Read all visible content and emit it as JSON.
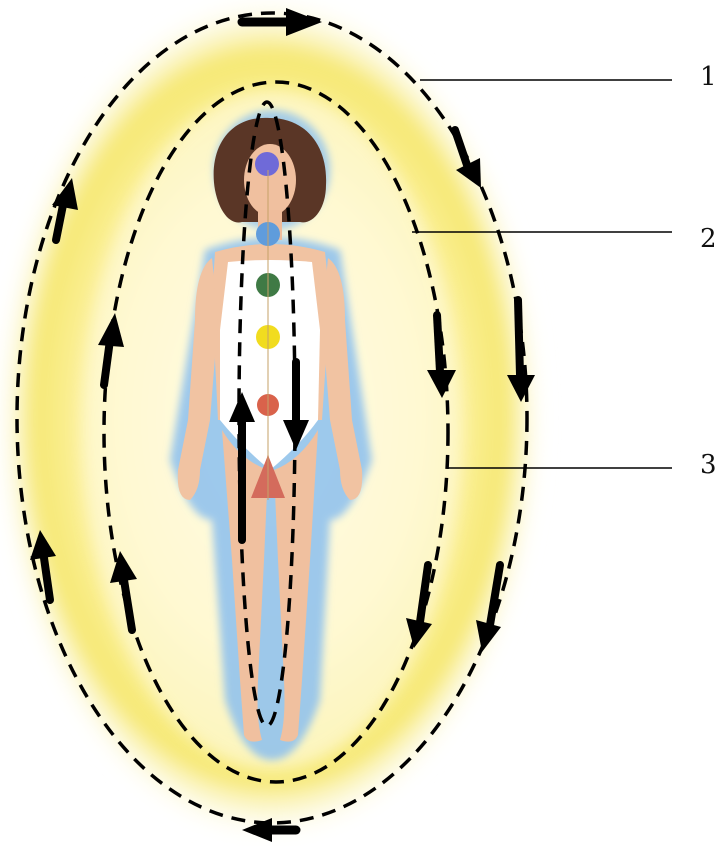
{
  "labels": {
    "l1": "1",
    "l2": "2",
    "l3": "3"
  },
  "colors": {
    "aura_glow": "#f7ec7a",
    "aura_core": "#fff9c9",
    "body_glow": "#7fb8ea",
    "skin": "#f2c2a2",
    "underwear": "#ffffff",
    "hair": "#5a3626",
    "dashed_line": "#000000",
    "chakra_crown": "#6f6ad8",
    "chakra_throat": "#5f9cdc",
    "chakra_heart": "#3f7a45",
    "chakra_solar": "#f1dc1f",
    "chakra_sacral": "#d9624b",
    "chakra_root": "#d46b5c"
  },
  "icons": {
    "flow_arrow": "arrow-icon"
  }
}
